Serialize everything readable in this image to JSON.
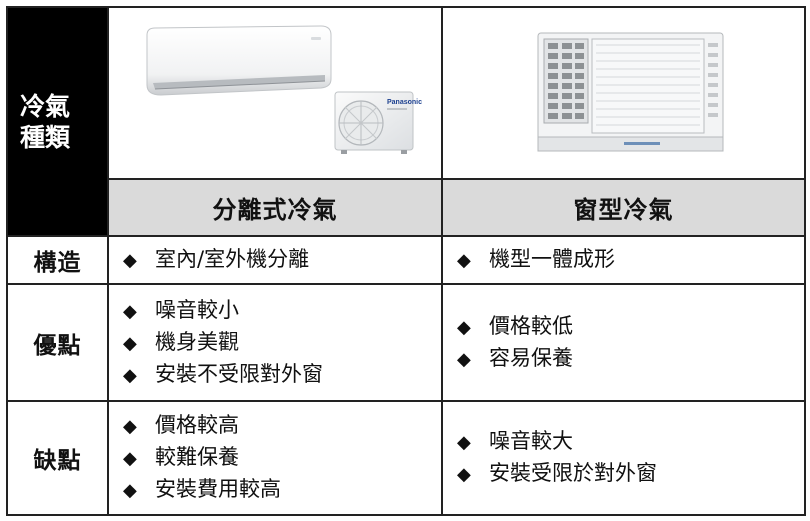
{
  "header": {
    "corner_label_line1": "冷氣",
    "corner_label_line2": "種類",
    "split_title": "分離式冷氣",
    "window_title": "窗型冷氣"
  },
  "images": {
    "split_brand": "Panasonic",
    "split_icon": "split-ac-icon",
    "window_icon": "window-ac-icon"
  },
  "bullet_glyph": "◆",
  "rows": [
    {
      "label": "構造",
      "split": [
        "室內/室外機分離"
      ],
      "window": [
        "機型一體成形"
      ]
    },
    {
      "label": "優點",
      "split": [
        "噪音較小",
        "機身美觀",
        "安裝不受限對外窗"
      ],
      "window": [
        "價格較低",
        "容易保養"
      ]
    },
    {
      "label": "缺點",
      "split": [
        "價格較高",
        "較難保養",
        "安裝費用較高"
      ],
      "window": [
        "噪音較大",
        "安裝受限於對外窗"
      ]
    }
  ]
}
